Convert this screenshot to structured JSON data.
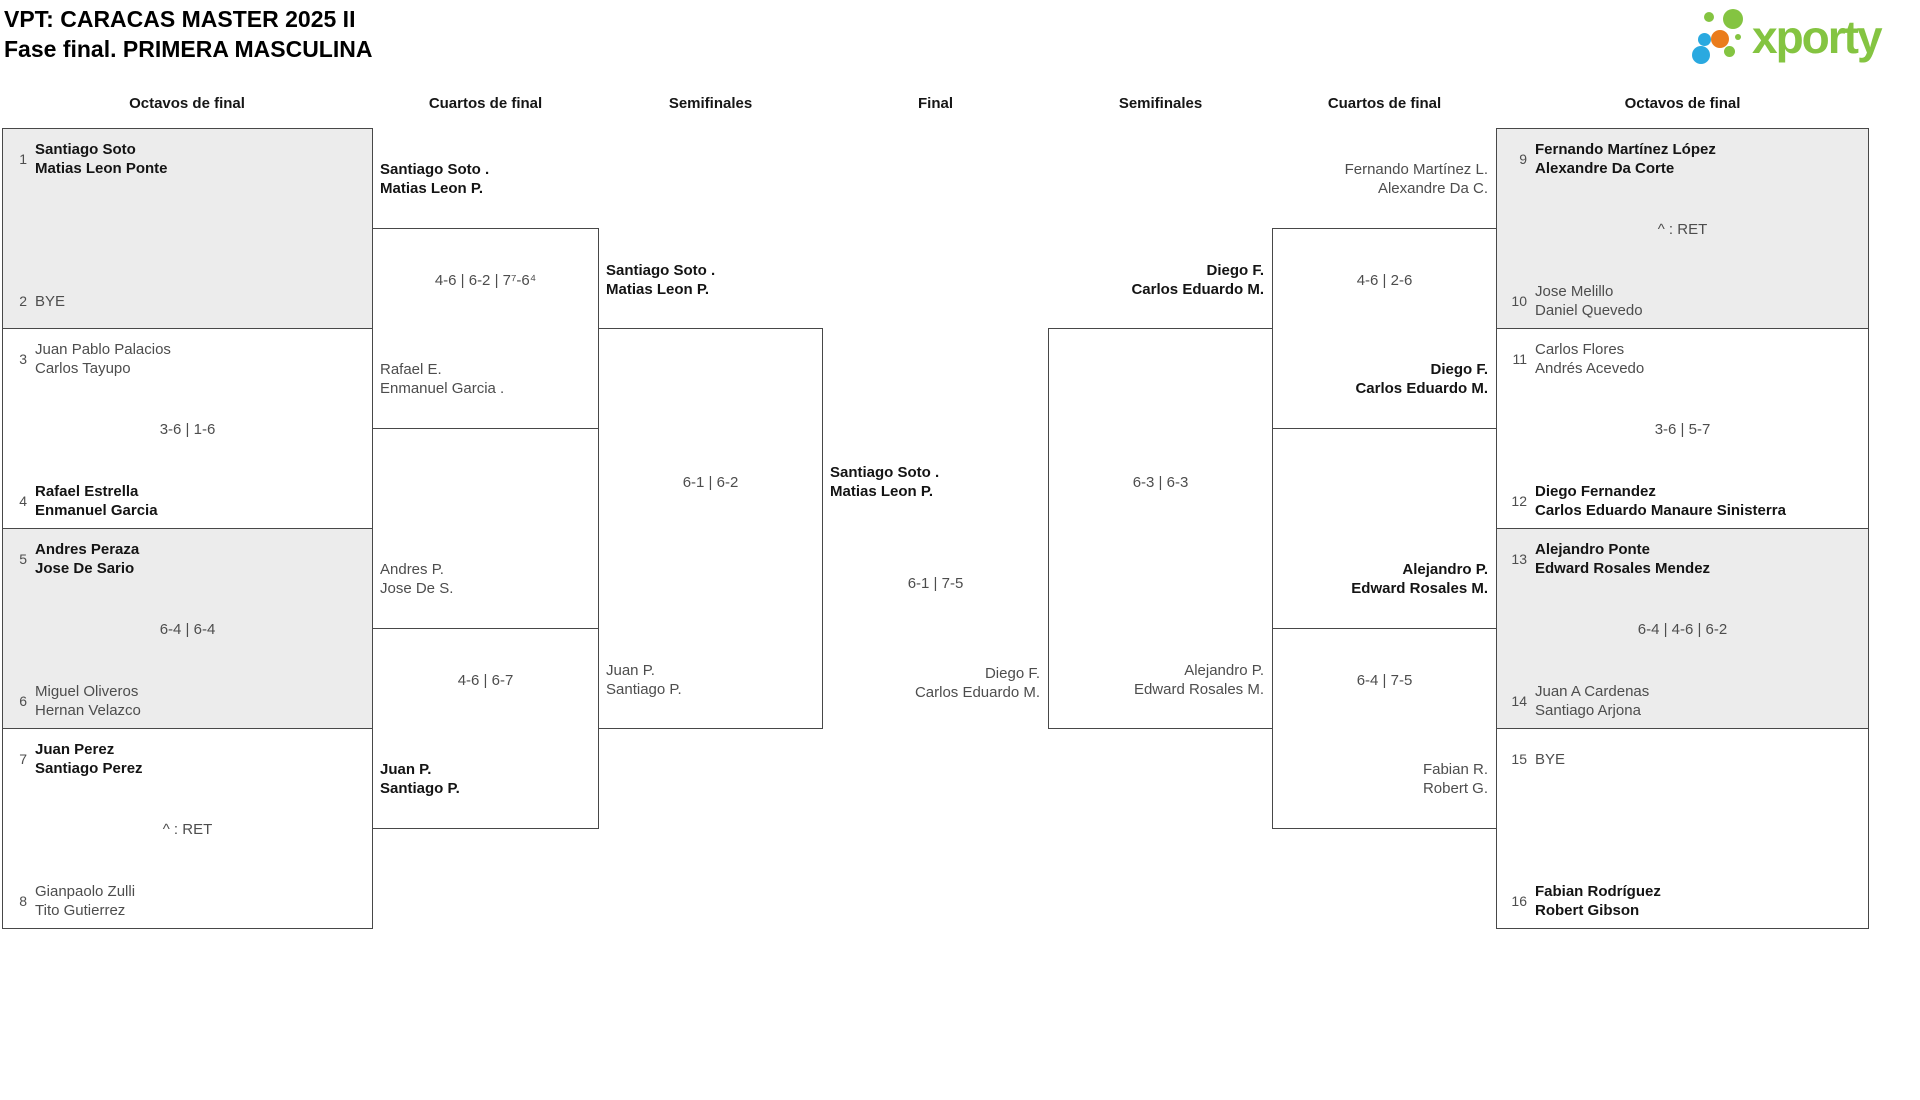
{
  "title": {
    "line1": "VPT: CARACAS MASTER 2025 II",
    "line2": "Fase final. PRIMERA MASCULINA"
  },
  "logo": {
    "brand": "xporty"
  },
  "colors": {
    "brand_green": "#84c441",
    "dot_blue": "#2aa9e0",
    "dot_orange": "#ea7c1c",
    "box_border": "#484848",
    "box_fill_alt": "#ececec"
  },
  "headers": [
    "Octavos de final",
    "Cuartos de final",
    "Semifinales",
    "Final",
    "Semifinales",
    "Cuartos de final",
    "Octavos de final"
  ],
  "r16L": [
    {
      "s1": "1",
      "a1": "Santiago Soto",
      "a2": "Matias Leon Ponte",
      "score": "",
      "s2": "2",
      "b1": "BYE",
      "b2": ""
    },
    {
      "s1": "3",
      "a1": "Juan Pablo Palacios",
      "a2": "Carlos Tayupo",
      "score": "3-6 | 1-6",
      "s2": "4",
      "b1": "Rafael Estrella",
      "b2": "Enmanuel Garcia"
    },
    {
      "s1": "5",
      "a1": "Andres Peraza",
      "a2": "Jose De Sario",
      "score": "6-4 | 6-4",
      "s2": "6",
      "b1": "Miguel Oliveros",
      "b2": "Hernan Velazco"
    },
    {
      "s1": "7",
      "a1": "Juan Perez",
      "a2": "Santiago Perez",
      "score": "^ : RET",
      "s2": "8",
      "b1": "Gianpaolo Zulli",
      "b2": "Tito Gutierrez"
    }
  ],
  "r16R": [
    {
      "s1": "9",
      "a1": "Fernando Martínez López",
      "a2": "Alexandre Da Corte",
      "score": "^ : RET",
      "s2": "10",
      "b1": "Jose Melillo",
      "b2": "Daniel Quevedo"
    },
    {
      "s1": "11",
      "a1": "Carlos Flores",
      "a2": "Andrés Acevedo",
      "score": "3-6 | 5-7",
      "s2": "12",
      "b1": "Diego Fernandez",
      "b2": "Carlos Eduardo Manaure Sinisterra"
    },
    {
      "s1": "13",
      "a1": "Alejandro Ponte",
      "a2": "Edward Rosales Mendez",
      "score": "6-4 | 4-6 | 6-2",
      "s2": "14",
      "b1": "Juan A Cardenas",
      "b2": "Santiago Arjona"
    },
    {
      "s1": "15",
      "a1": "BYE",
      "a2": "",
      "score": "",
      "s2": "16",
      "b1": "Fabian Rodríguez",
      "b2": "Robert Gibson"
    }
  ],
  "qfL": [
    {
      "a1": "Santiago Soto .",
      "a2": "Matias Leon P.",
      "score": "4-6 | 6-2 | 7⁷-6⁴",
      "b1": "Rafael E.",
      "b2": "Enmanuel Garcia ."
    },
    {
      "a1": "Andres P.",
      "a2": "Jose De S.",
      "score": "4-6 | 6-7",
      "b1": "Juan P.",
      "b2": "Santiago P."
    }
  ],
  "qfR": [
    {
      "a1": "Fernando Martínez L.",
      "a2": "Alexandre Da C.",
      "score": "4-6 | 2-6",
      "b1": "Diego F.",
      "b2": "Carlos Eduardo M."
    },
    {
      "a1": "Alejandro P.",
      "a2": "Edward Rosales M.",
      "score": "6-4 | 7-5",
      "b1": "Fabian R.",
      "b2": "Robert G."
    }
  ],
  "sfL": {
    "a1": "Santiago Soto .",
    "a2": "Matias Leon P.",
    "score": "6-1 | 6-2",
    "b1": "Juan P.",
    "b2": "Santiago P."
  },
  "sfR": {
    "a1": "Diego F.",
    "a2": "Carlos Eduardo M.",
    "score": "6-3 | 6-3",
    "b1": "Alejandro P.",
    "b2": "Edward Rosales M."
  },
  "final": {
    "a1": "Santiago Soto .",
    "a2": "Matias Leon P.",
    "score": "6-1 | 7-5",
    "b1": "Diego F.",
    "b2": "Carlos Eduardo M."
  }
}
